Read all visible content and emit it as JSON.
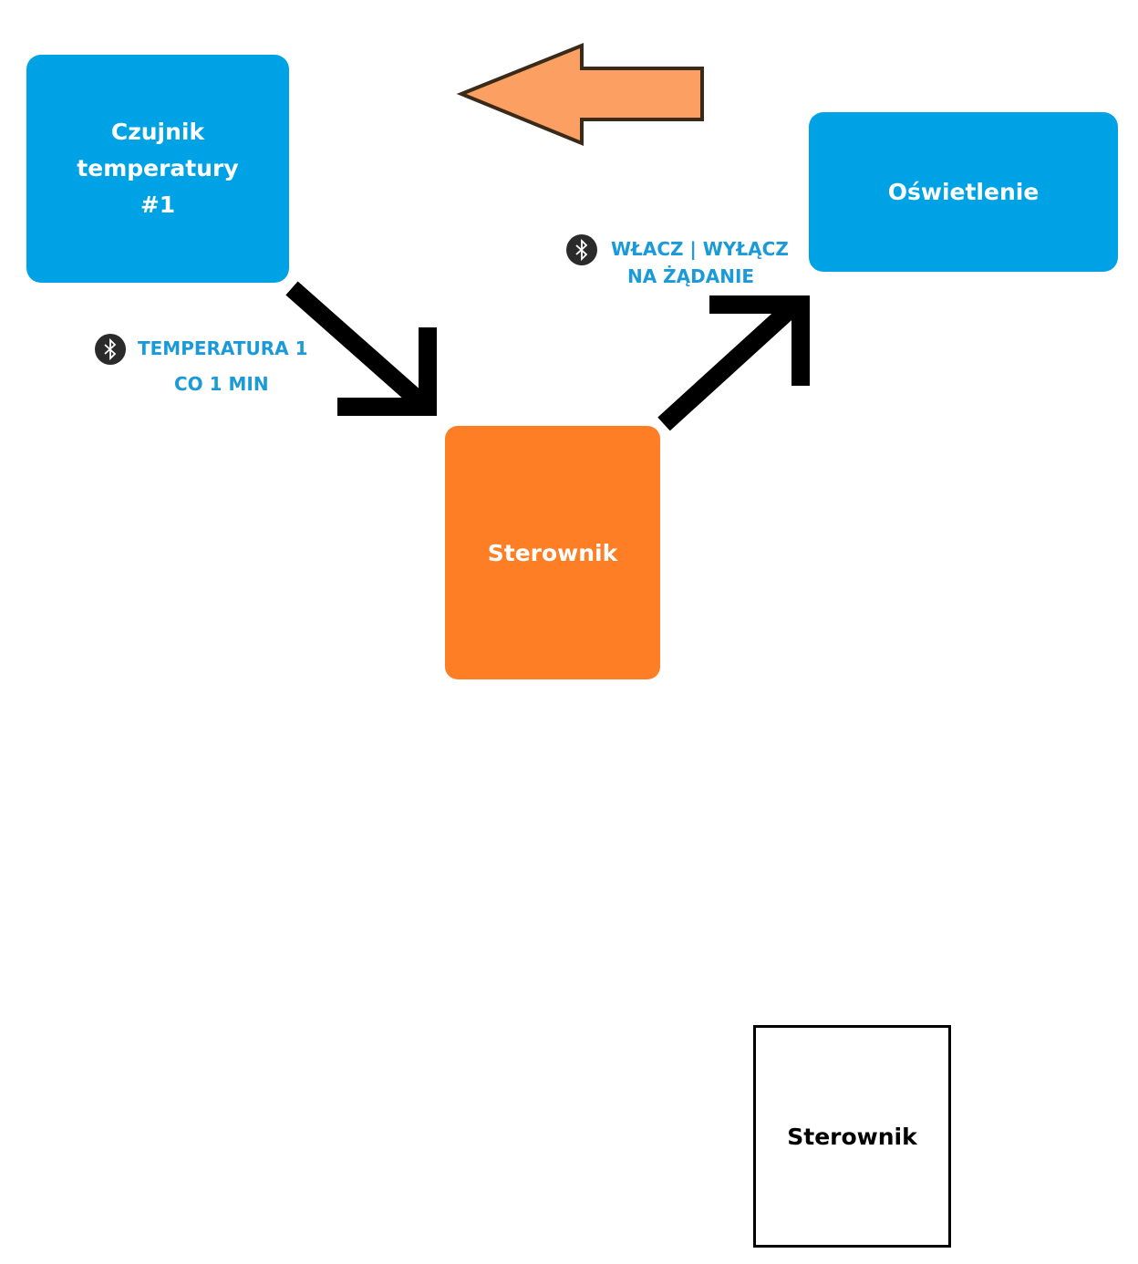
{
  "nodes": {
    "sensor": "Czujnik\ntemperatury\n#1",
    "lighting": "Oświetlenie",
    "controller": "Sterownik",
    "controller_outline": "Sterownik"
  },
  "labels": {
    "temperature_line1": "TEMPERATURA  1",
    "temperature_line2": "CO 1 MIN",
    "switch_line1": "WŁACZ | WYŁĄCZ",
    "switch_line2": "NA ŻĄDANIE"
  },
  "icons": {
    "bluetooth": "bluetooth-icon"
  },
  "colors": {
    "blue_node": "#00a2e6",
    "orange_node": "#fd7e25",
    "label_blue": "#1a9ad9",
    "orange_arrow": "#fba062",
    "black_arrow": "#000000"
  }
}
